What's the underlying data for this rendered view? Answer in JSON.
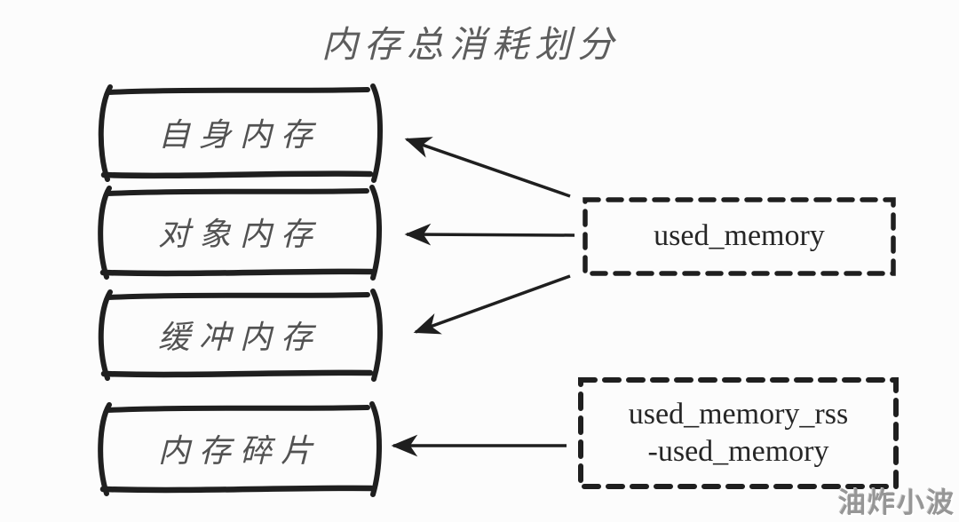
{
  "diagram": {
    "title": "内存总消耗划分",
    "left_boxes": [
      {
        "label": "自身内存"
      },
      {
        "label": "对象内存"
      },
      {
        "label": "缓冲内存"
      },
      {
        "label": "内存碎片"
      }
    ],
    "right_boxes": [
      {
        "label": "used_memory"
      },
      {
        "label_line1": "used_memory_rss",
        "label_line2": "-used_memory"
      }
    ],
    "edges": [
      {
        "from": "used_memory",
        "to": "自身内存"
      },
      {
        "from": "used_memory",
        "to": "对象内存"
      },
      {
        "from": "used_memory",
        "to": "缓冲内存"
      },
      {
        "from": "used_memory_rss-used_memory",
        "to": "内存碎片"
      }
    ],
    "watermark": "油炸小波",
    "colors": {
      "stroke": "#1f1f1f",
      "chinese_text": "#525252",
      "english_text": "#262626",
      "watermark_text": "#969696",
      "background": "#fcfcfc"
    }
  }
}
